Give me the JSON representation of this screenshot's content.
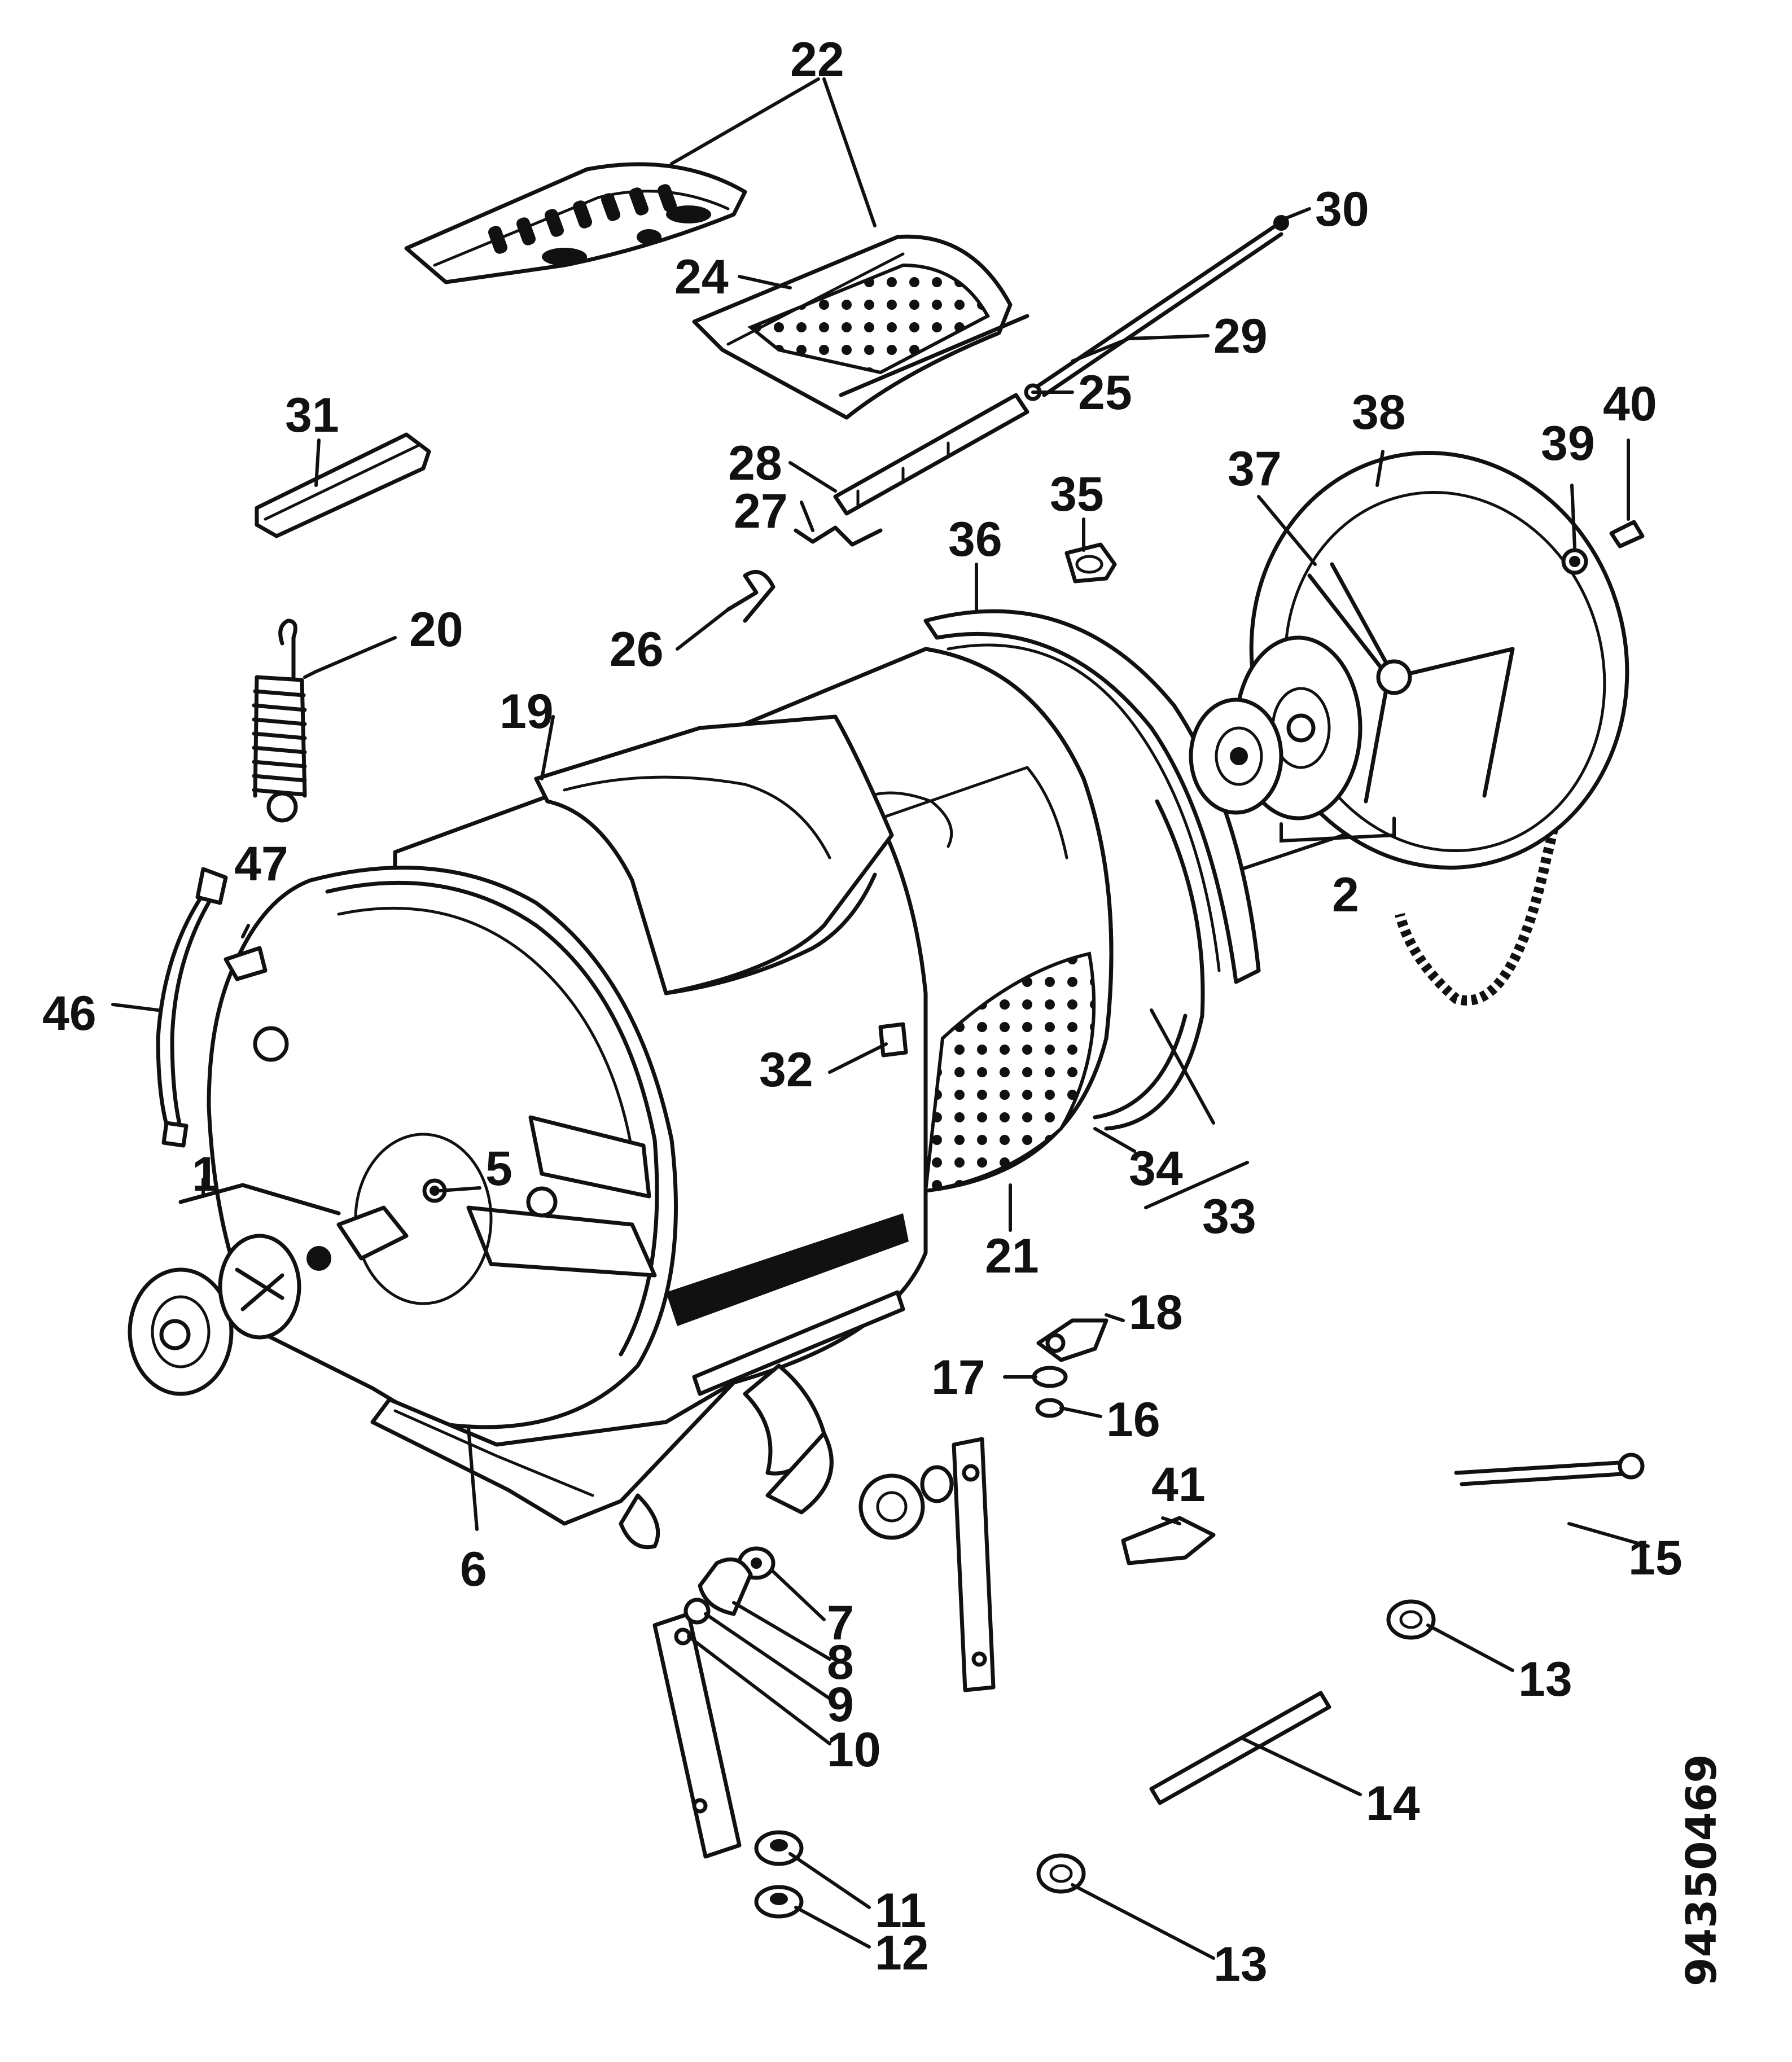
{
  "drawing_code": "94350469",
  "labels": {
    "l1": "1",
    "l2": "2",
    "l5": "5",
    "l6": "6",
    "l7": "7",
    "l8": "8",
    "l9": "9",
    "l10": "10",
    "l11": "11",
    "l12": "12",
    "l13a": "13",
    "l13b": "13",
    "l14": "14",
    "l15": "15",
    "l16": "16",
    "l17": "17",
    "l18": "18",
    "l19": "19",
    "l20": "20",
    "l21": "21",
    "l22": "22",
    "l24": "24",
    "l25": "25",
    "l26": "26",
    "l27": "27",
    "l28": "28",
    "l29": "29",
    "l30": "30",
    "l31": "31",
    "l32": "32",
    "l33": "33",
    "l34": "34",
    "l35": "35",
    "l36": "36",
    "l37": "37",
    "l38": "38",
    "l39": "39",
    "l40": "40",
    "l41": "41",
    "l46": "46",
    "l47": "47"
  }
}
